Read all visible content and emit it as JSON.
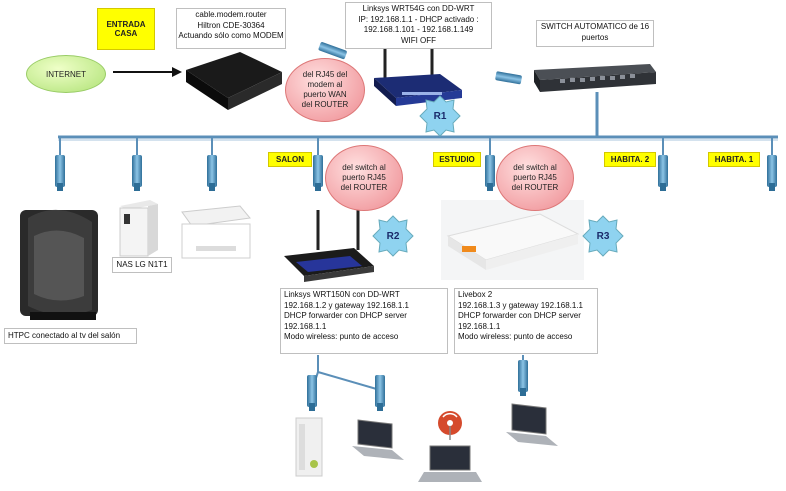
{
  "top": {
    "entrada": "ENTRADA CASA",
    "internet": "INTERNET",
    "modem": [
      "cable.modem.router",
      "Hiltron CDE-30364",
      "Actuando sólo como MODEM"
    ],
    "router1": [
      "Linksys WRT54G con DD-WRT",
      "IP: 192.168.1.1 - DHCP activado :",
      "192.168.1.101 - 192.168.1.149",
      "WIFI OFF"
    ],
    "switch": [
      "SWITCH AUTOMATICO de 16",
      "puertos"
    ],
    "oval_wan": [
      "del RJ45 del",
      "modem al",
      "puerto WAN",
      "del ROUTER"
    ]
  },
  "badges": {
    "r1": "R1",
    "r2": "R2",
    "r3": "R3"
  },
  "rooms": {
    "salon": "SALON",
    "estudio": "ESTUDIO",
    "habita2": "HABITA. 2",
    "habita1": "HABITA. 1"
  },
  "ovals": {
    "salon": [
      "del switch al",
      "puerto RJ45",
      "del ROUTER"
    ],
    "estudio": [
      "del switch al",
      "puerto RJ45",
      "del ROUTER"
    ]
  },
  "captions": {
    "htpc": "HTPC conectado al tv del salón",
    "nas": "NAS LG N1T1"
  },
  "info": {
    "r2": [
      "Linksys WRT150N con DD-WRT",
      "192.168.1.2  y gateway 192.168.1.1",
      "DHCP forwarder con DHCP server",
      "192.168.1.1",
      "Modo wireless: punto de acceso"
    ],
    "r3": [
      "Livebox 2",
      "192.168.1.3 y gateway 192.168.1.1",
      "DHCP forwarder con DHCP server",
      "192.168.1.1",
      "Modo wireless: punto de acceso"
    ]
  },
  "colors": {
    "cable": "#4a8ab3",
    "bus": "#4f86b0",
    "yellow": "#ffff00",
    "oval": "#f3a4a8",
    "badge": "#8fd3f0"
  }
}
